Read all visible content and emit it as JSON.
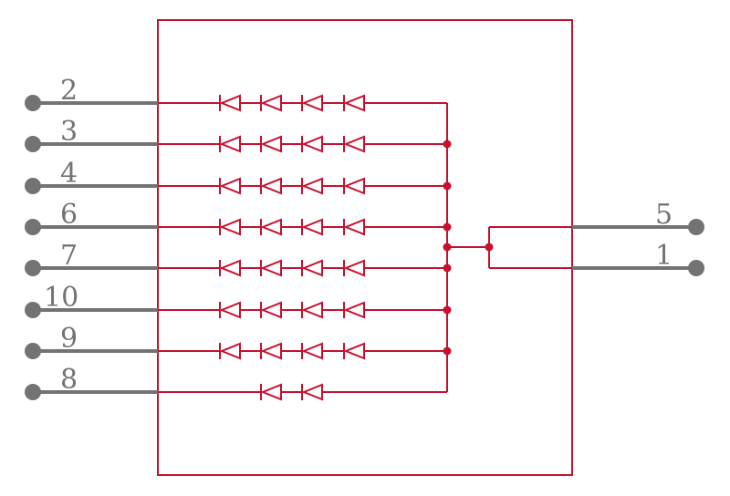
{
  "colors": {
    "body": "#c8102e",
    "pin": "#737373",
    "background": "#ffffff"
  },
  "left_pins": [
    {
      "label": "2",
      "diodes": 4
    },
    {
      "label": "3",
      "diodes": 4
    },
    {
      "label": "4",
      "diodes": 4
    },
    {
      "label": "6",
      "diodes": 4
    },
    {
      "label": "7",
      "diodes": 4
    },
    {
      "label": "10",
      "diodes": 4
    },
    {
      "label": "9",
      "diodes": 4
    },
    {
      "label": "8",
      "diodes": 2
    }
  ],
  "right_pins": [
    {
      "label": "5"
    },
    {
      "label": "1"
    }
  ]
}
